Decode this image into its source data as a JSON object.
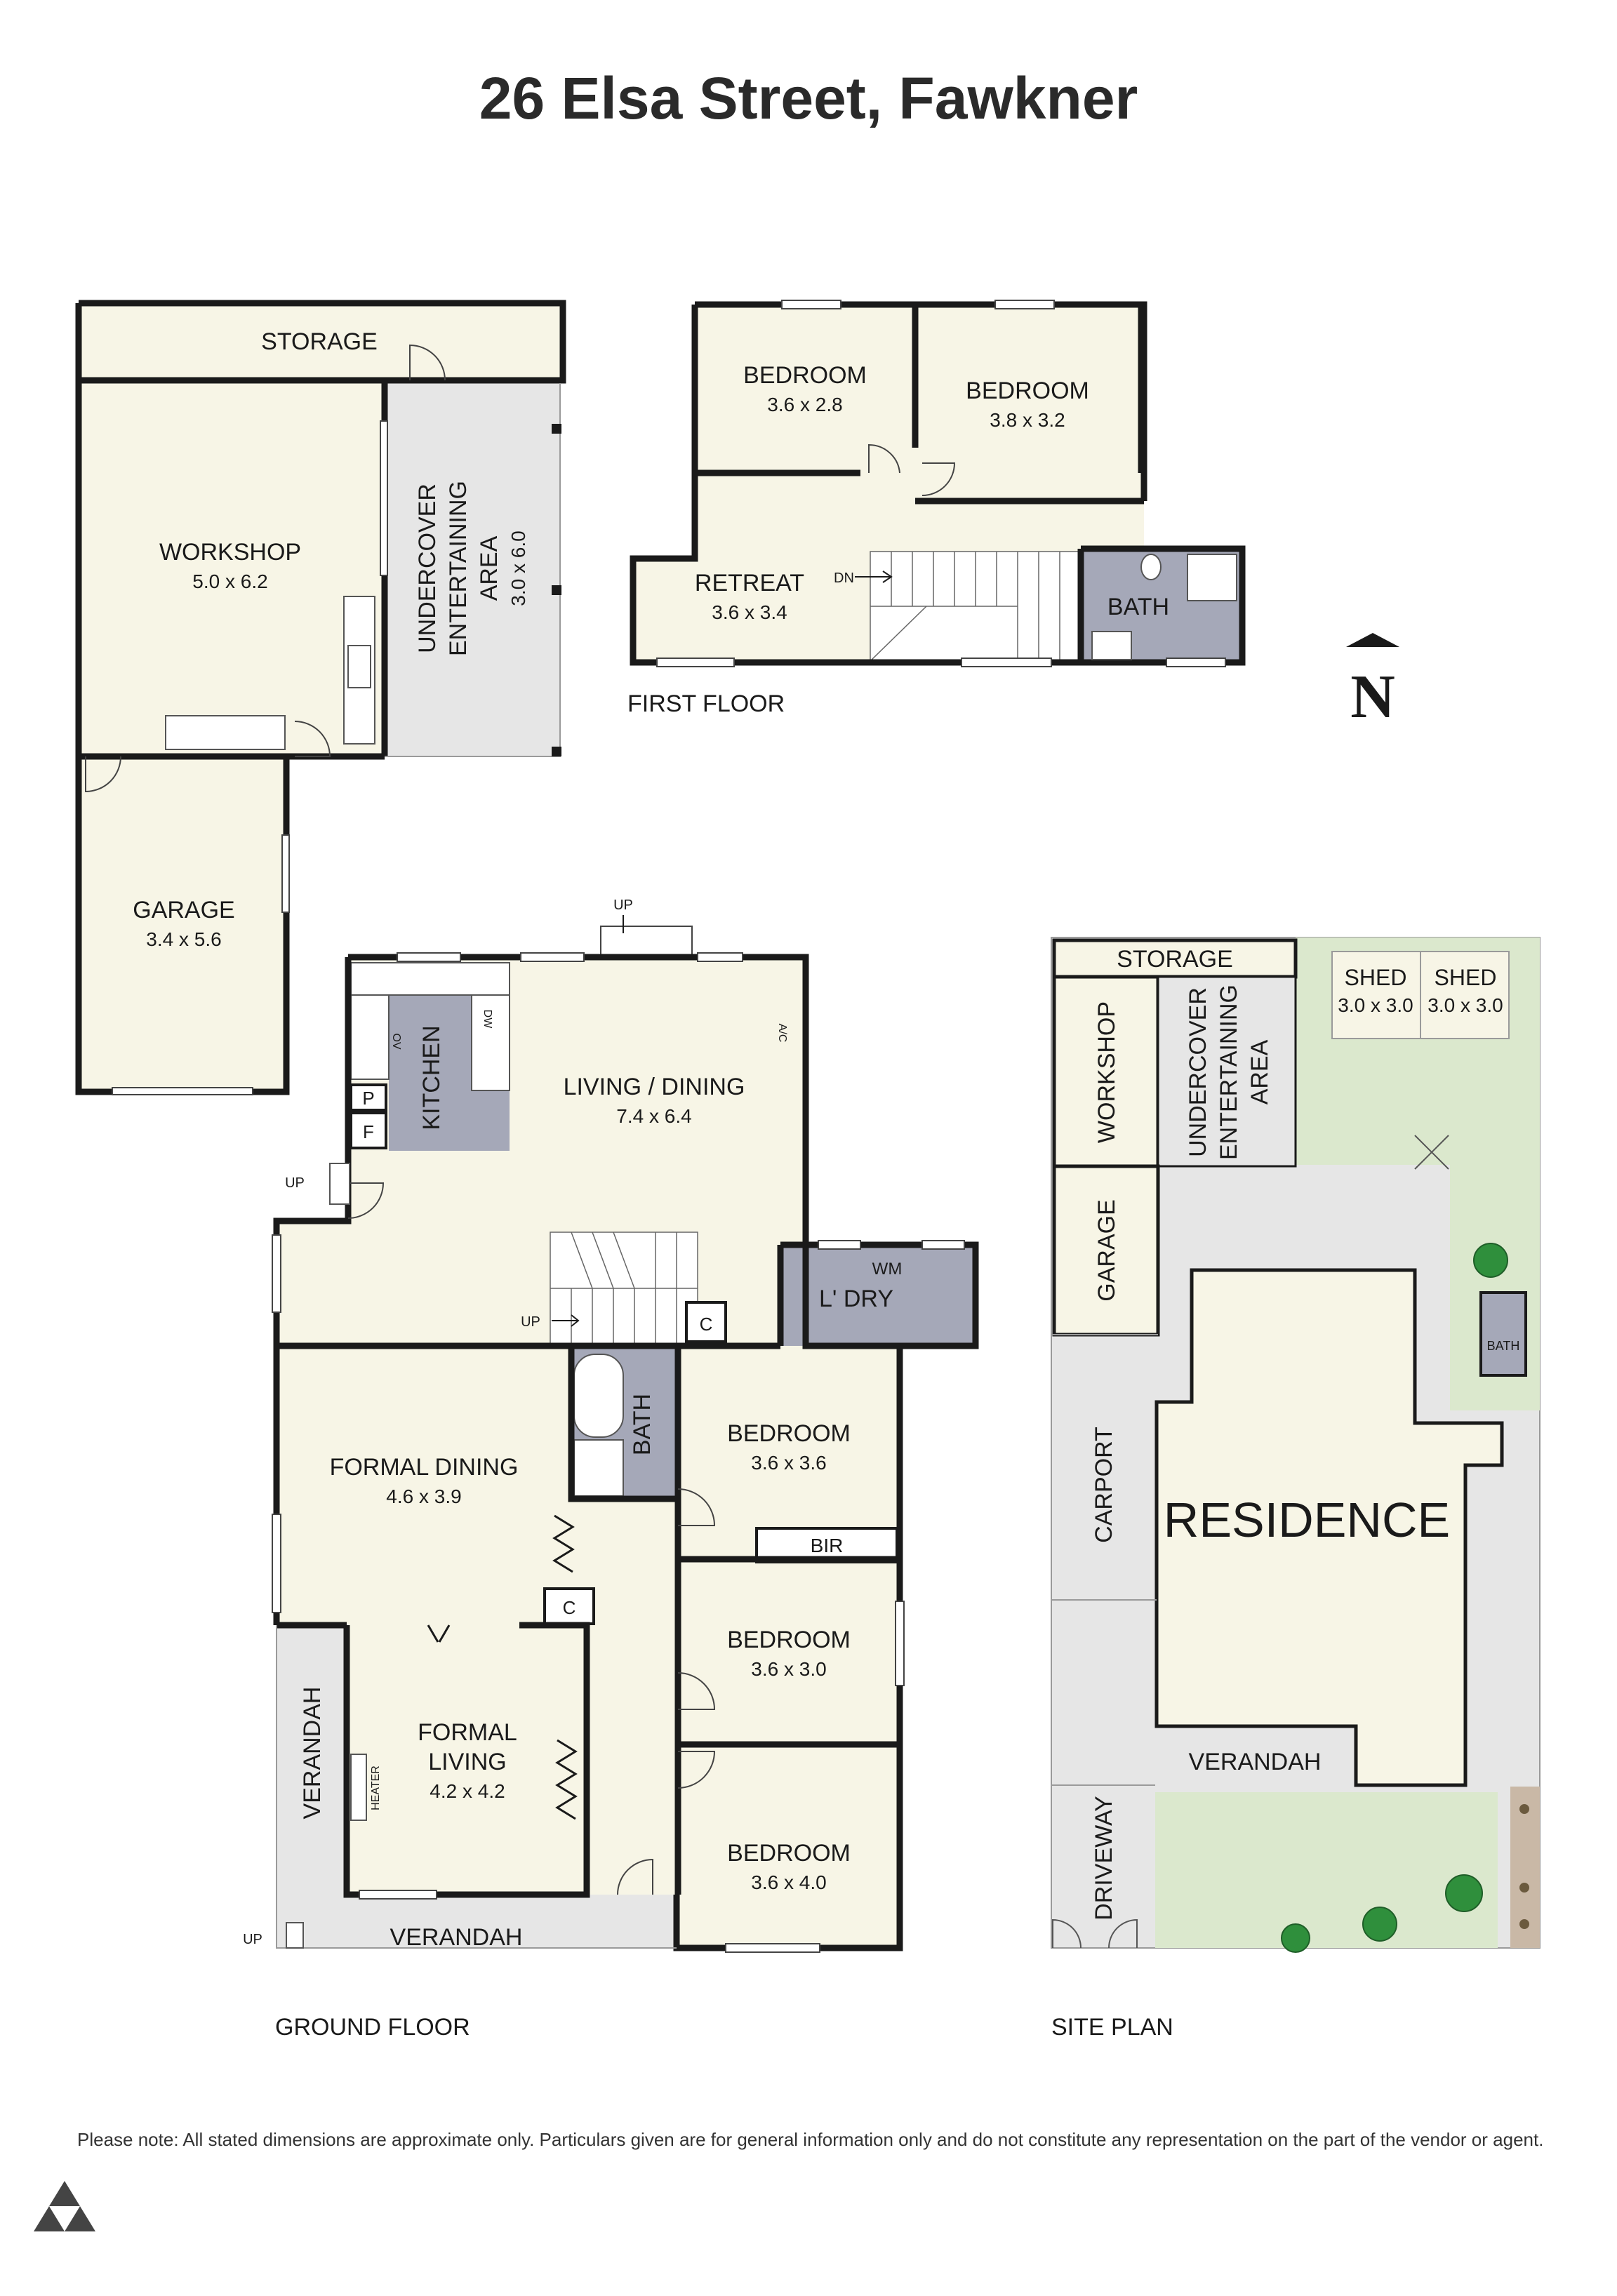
{
  "title": "26 Elsa Street, Fawkner",
  "colors": {
    "room_fill": "#f7f5e6",
    "wet_area_fill": "#a5a8b8",
    "outdoor_fill": "#e6e6e6",
    "lawn_fill": "#dbe8cd",
    "wall": "#1a1a1a"
  },
  "outbuilding": {
    "storage": "STORAGE",
    "workshop": {
      "name": "WORKSHOP",
      "size": "5.0 x 6.2"
    },
    "entertaining": {
      "line1": "UNDERCOVER",
      "line2": "ENTERTAINING",
      "line3": "AREA",
      "size": "3.0 x 6.0"
    },
    "garage": {
      "name": "GARAGE",
      "size": "3.4 x 5.6"
    }
  },
  "first_floor": {
    "label": "FIRST FLOOR",
    "bedroom1": {
      "name": "BEDROOM",
      "size": "3.6 x 2.8"
    },
    "bedroom2": {
      "name": "BEDROOM",
      "size": "3.8 x 3.2"
    },
    "retreat": {
      "name": "RETREAT",
      "size": "3.6 x 3.4"
    },
    "bath": "BATH",
    "dn": "DN"
  },
  "north": "N",
  "ground_floor": {
    "label": "GROUND FLOOR",
    "kitchen": "KITCHEN",
    "ov": "OV",
    "dw": "DW",
    "pantry": "P",
    "fridge": "F",
    "living_dining": {
      "name": "LIVING / DINING",
      "size": "7.4 x 6.4"
    },
    "ac": "A/C",
    "laundry": "L' DRY",
    "wm": "WM",
    "cupboard": "C",
    "formal_dining": {
      "name": "FORMAL DINING",
      "size": "4.6 x 3.9"
    },
    "bath": "BATH",
    "bedroom1": {
      "name": "BEDROOM",
      "size": "3.6 x 3.6"
    },
    "bir": "BIR",
    "bedroom2": {
      "name": "BEDROOM",
      "size": "3.6 x 3.0"
    },
    "bedroom3": {
      "name": "BEDROOM",
      "size": "3.6 x 4.0"
    },
    "formal_living": {
      "line1": "FORMAL",
      "line2": "LIVING",
      "size": "4.2 x 4.2"
    },
    "heater": "HEATER",
    "verandah_side": "VERANDAH",
    "verandah_front": "VERANDAH",
    "up": "UP"
  },
  "site_plan": {
    "label": "SITE PLAN",
    "storage": "STORAGE",
    "workshop": "WORKSHOP",
    "entertaining": {
      "line1": "UNDERCOVER",
      "line2": "ENTERTAINING",
      "line3": "AREA"
    },
    "shed1": {
      "name": "SHED",
      "size": "3.0 x 3.0"
    },
    "shed2": {
      "name": "SHED",
      "size": "3.0 x 3.0"
    },
    "garage": "GARAGE",
    "bath": "BATH",
    "carport": "CARPORT",
    "residence": "RESIDENCE",
    "verandah": "VERANDAH",
    "driveway": "DRIVEWAY"
  },
  "disclaimer": "Please note: All stated dimensions are approximate only. Particulars given are for general information only and do not constitute any representation on the part of the vendor or agent."
}
